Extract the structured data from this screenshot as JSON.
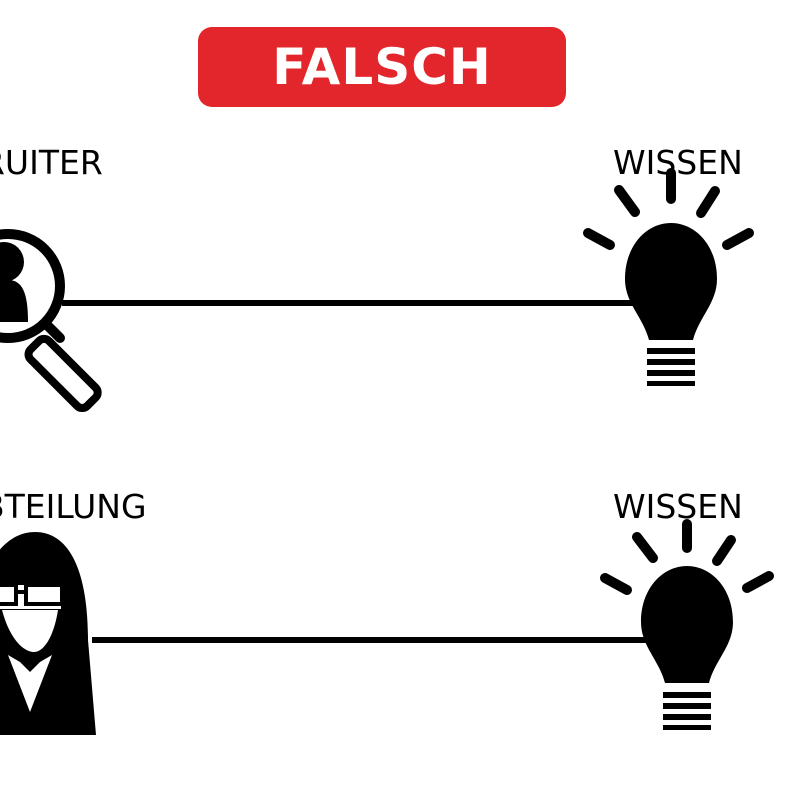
{
  "banner": {
    "text": "FALSCH",
    "color": "#e3262b"
  },
  "rows": [
    {
      "left_label": "RUITER",
      "left_icon": "magnifier-person-icon",
      "right_label": "WISSEN",
      "right_icon": "lightbulb-icon"
    },
    {
      "left_label": "BTEILUNG",
      "left_icon": "woman-with-glasses-icon",
      "right_label": "WISSEN",
      "right_icon": "lightbulb-icon"
    }
  ]
}
